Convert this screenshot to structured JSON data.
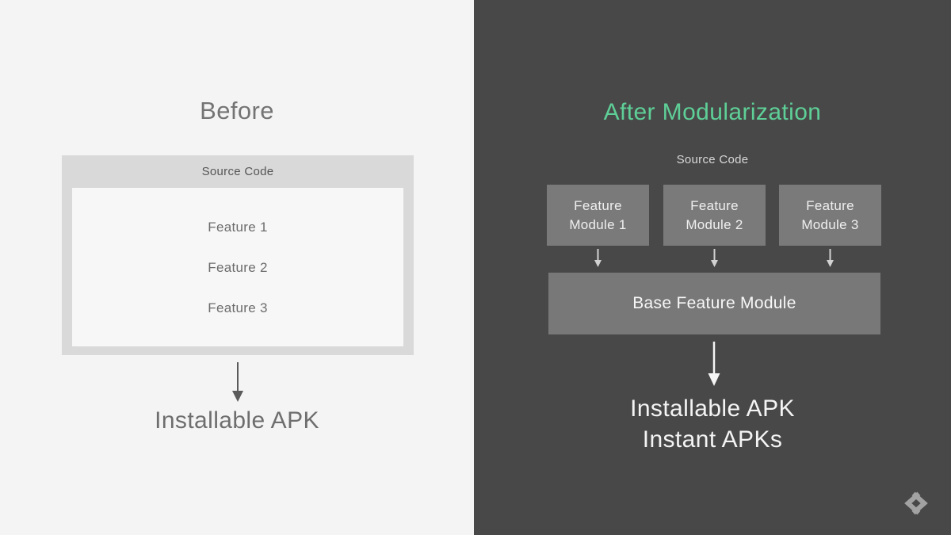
{
  "left_panel": {
    "title": "Before",
    "source_box_header": "Source Code",
    "features": [
      "Feature 1",
      "Feature 2",
      "Feature 3"
    ],
    "output_label": "Installable APK"
  },
  "right_panel": {
    "title": "After Modularization",
    "source_label": "Source Code",
    "modules": [
      {
        "line1": "Feature",
        "line2": "Module 1"
      },
      {
        "line1": "Feature",
        "line2": "Module 2"
      },
      {
        "line1": "Feature",
        "line2": "Module 3"
      }
    ],
    "base_module_label": "Base Feature Module",
    "output_labels": [
      "Installable APK",
      "Instant APKs"
    ]
  },
  "branding": {
    "logo_icon": "google-developers-logo"
  },
  "colors": {
    "left_background": "#f4f4f4",
    "right_background": "#484848",
    "accent_green": "#5ecf97",
    "outer_box_gray": "#d9d9d9",
    "inner_box_white": "#f7f7f7",
    "module_box_gray": "#7a7a7a",
    "dark_text": "#6c6c6c",
    "light_text": "#f4f4f4",
    "arrow_dark": "#5a5a5a",
    "arrow_light": "#f5f5f5",
    "logo_gray": "#a2a2a2"
  }
}
